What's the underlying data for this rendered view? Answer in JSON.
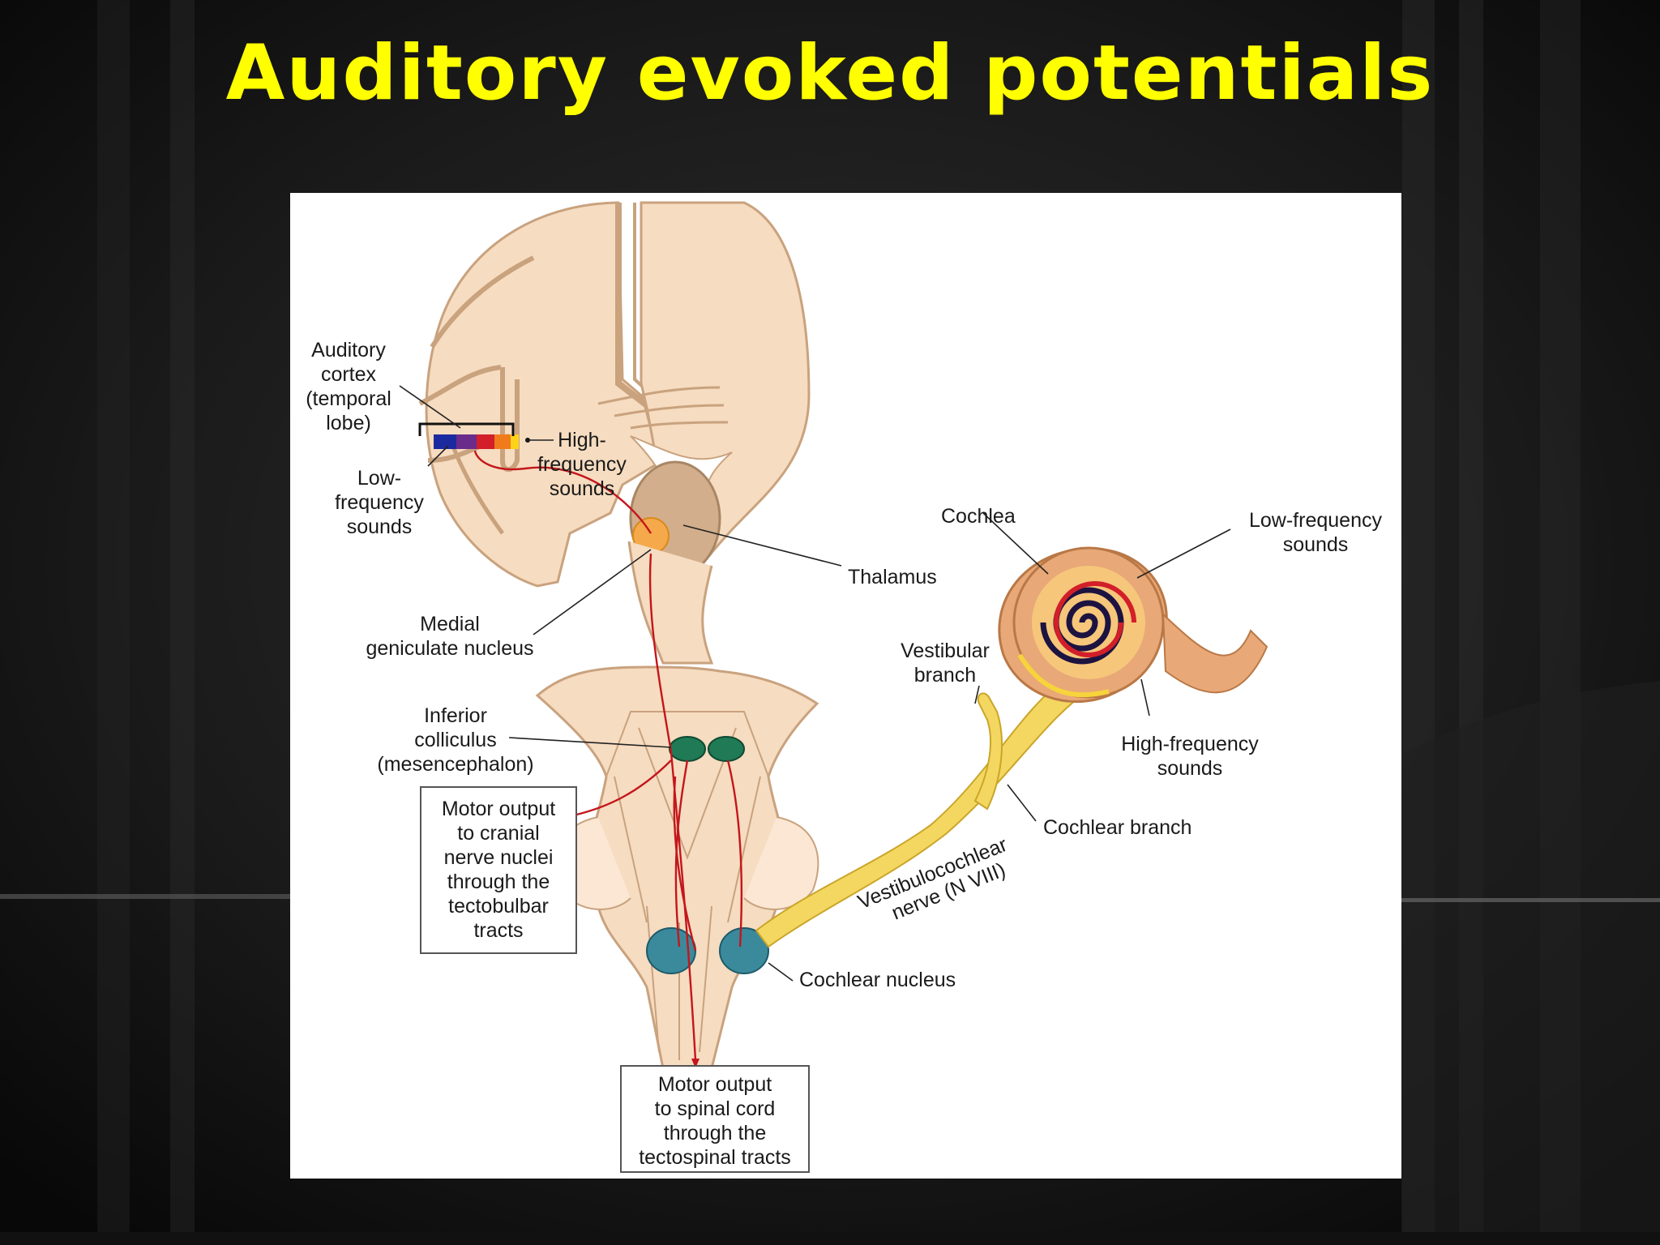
{
  "slide": {
    "title": "Auditory evoked potentials"
  },
  "labels": {
    "auditory_cortex": [
      "Auditory",
      "cortex",
      "(temporal",
      "lobe)"
    ],
    "low_freq_cortex": [
      "Low-",
      "frequency",
      "sounds"
    ],
    "high_freq_cortex": [
      "High-",
      "frequency",
      "sounds"
    ],
    "medial_geniculate": [
      "Medial",
      "geniculate nucleus"
    ],
    "thalamus": "Thalamus",
    "cochlea": "Cochlea",
    "low_freq_cochlea": [
      "Low-frequency",
      "sounds"
    ],
    "high_freq_cochlea": [
      "High-frequency",
      "sounds"
    ],
    "vestibular_branch": [
      "Vestibular",
      "branch"
    ],
    "inferior_colliculus": [
      "Inferior",
      "colliculus",
      "(mesencephalon)"
    ],
    "cochlear_branch": "Cochlear branch",
    "vestibulocochlear_nerve": [
      "Vestibulocochlear",
      "nerve (N VIII)"
    ],
    "cochlear_nucleus": "Cochlear nucleus",
    "motor_cranial": [
      "Motor output",
      "to cranial",
      "nerve nuclei",
      "through the",
      "tectobulbar",
      "tracts"
    ],
    "motor_spinal": [
      "Motor output",
      "to spinal cord",
      "through  the",
      "tectospinal tracts"
    ]
  },
  "colors": {
    "title": "#ffff00",
    "brain_tissue": "#f6dcc0",
    "brain_outline": "#c9a27e",
    "thalamus": "#d2ae8c",
    "nucleus_green": "#1f7a55",
    "nucleus_teal": "#3a8a9c",
    "tract_red": "#c4161c",
    "nerve_yellow": "#f4d760"
  }
}
